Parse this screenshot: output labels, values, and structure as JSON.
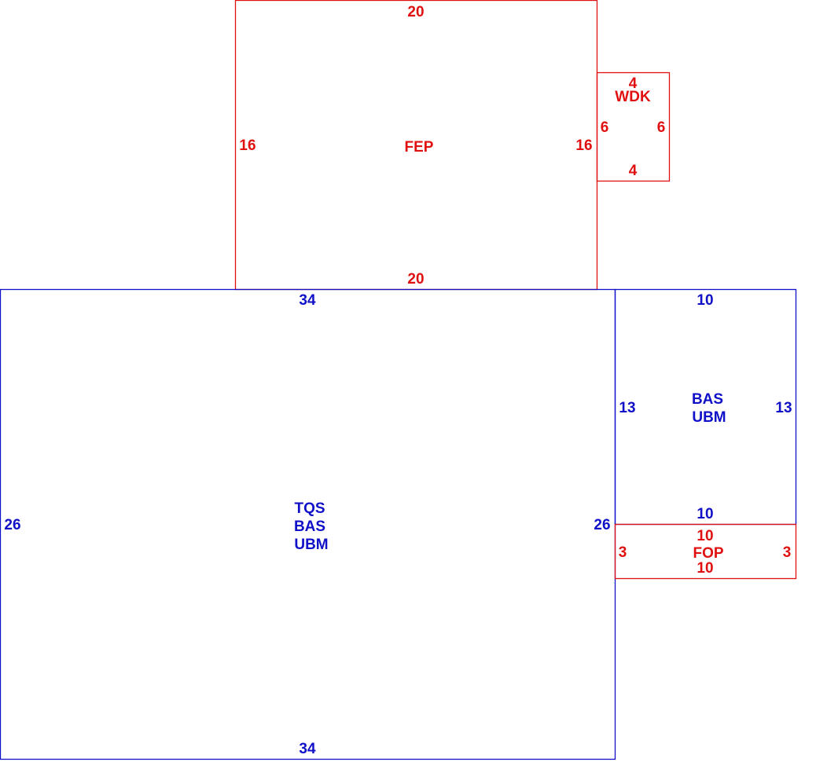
{
  "colors": {
    "red": "#e01010",
    "blue": "#1010c8"
  },
  "areas": {
    "fep": {
      "name": "FEP",
      "top": "20",
      "bottom": "20",
      "left": "16",
      "right": "16"
    },
    "wdk": {
      "name": "WDK",
      "top": "4",
      "bottom": "4",
      "left": "6",
      "right": "6"
    },
    "main": {
      "lines": [
        "TQS",
        "BAS",
        "UBM"
      ],
      "top": "34",
      "bottom": "34",
      "left": "26",
      "right": "26"
    },
    "bas": {
      "lines": [
        "BAS",
        "UBM"
      ],
      "top": "10",
      "bottom": "10",
      "left": "13",
      "right": "13"
    },
    "fop": {
      "name": "FOP",
      "top": "10",
      "bottom": "10",
      "left": "3",
      "right": "3"
    }
  }
}
